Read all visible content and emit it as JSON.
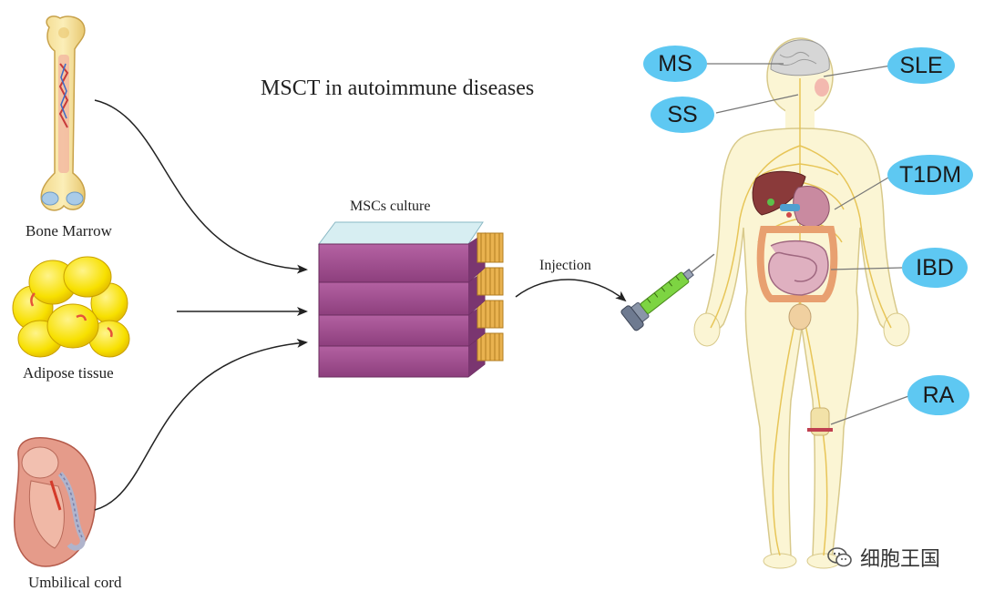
{
  "title": "MSCT in autoimmune diseases",
  "sources": [
    {
      "label": "Bone Marrow"
    },
    {
      "label": "Adipose tissue"
    },
    {
      "label": "Umbilical cord"
    }
  ],
  "culture_label": "MSCs culture",
  "injection_label": "Injection",
  "diseases": [
    {
      "abbr": "MS"
    },
    {
      "abbr": "SLE"
    },
    {
      "abbr": "SS"
    },
    {
      "abbr": "T1DM"
    },
    {
      "abbr": "IBD"
    },
    {
      "abbr": "RA"
    }
  ],
  "watermark": "细胞王国",
  "colors": {
    "pill": "#5ec8f2",
    "flask": "#a0508f",
    "flask_top": "#c9e8ee",
    "cap": "#e9b24f",
    "body_fill": "#fbf5d4",
    "nerve": "#e5c04a",
    "fat": "#f5e000"
  }
}
